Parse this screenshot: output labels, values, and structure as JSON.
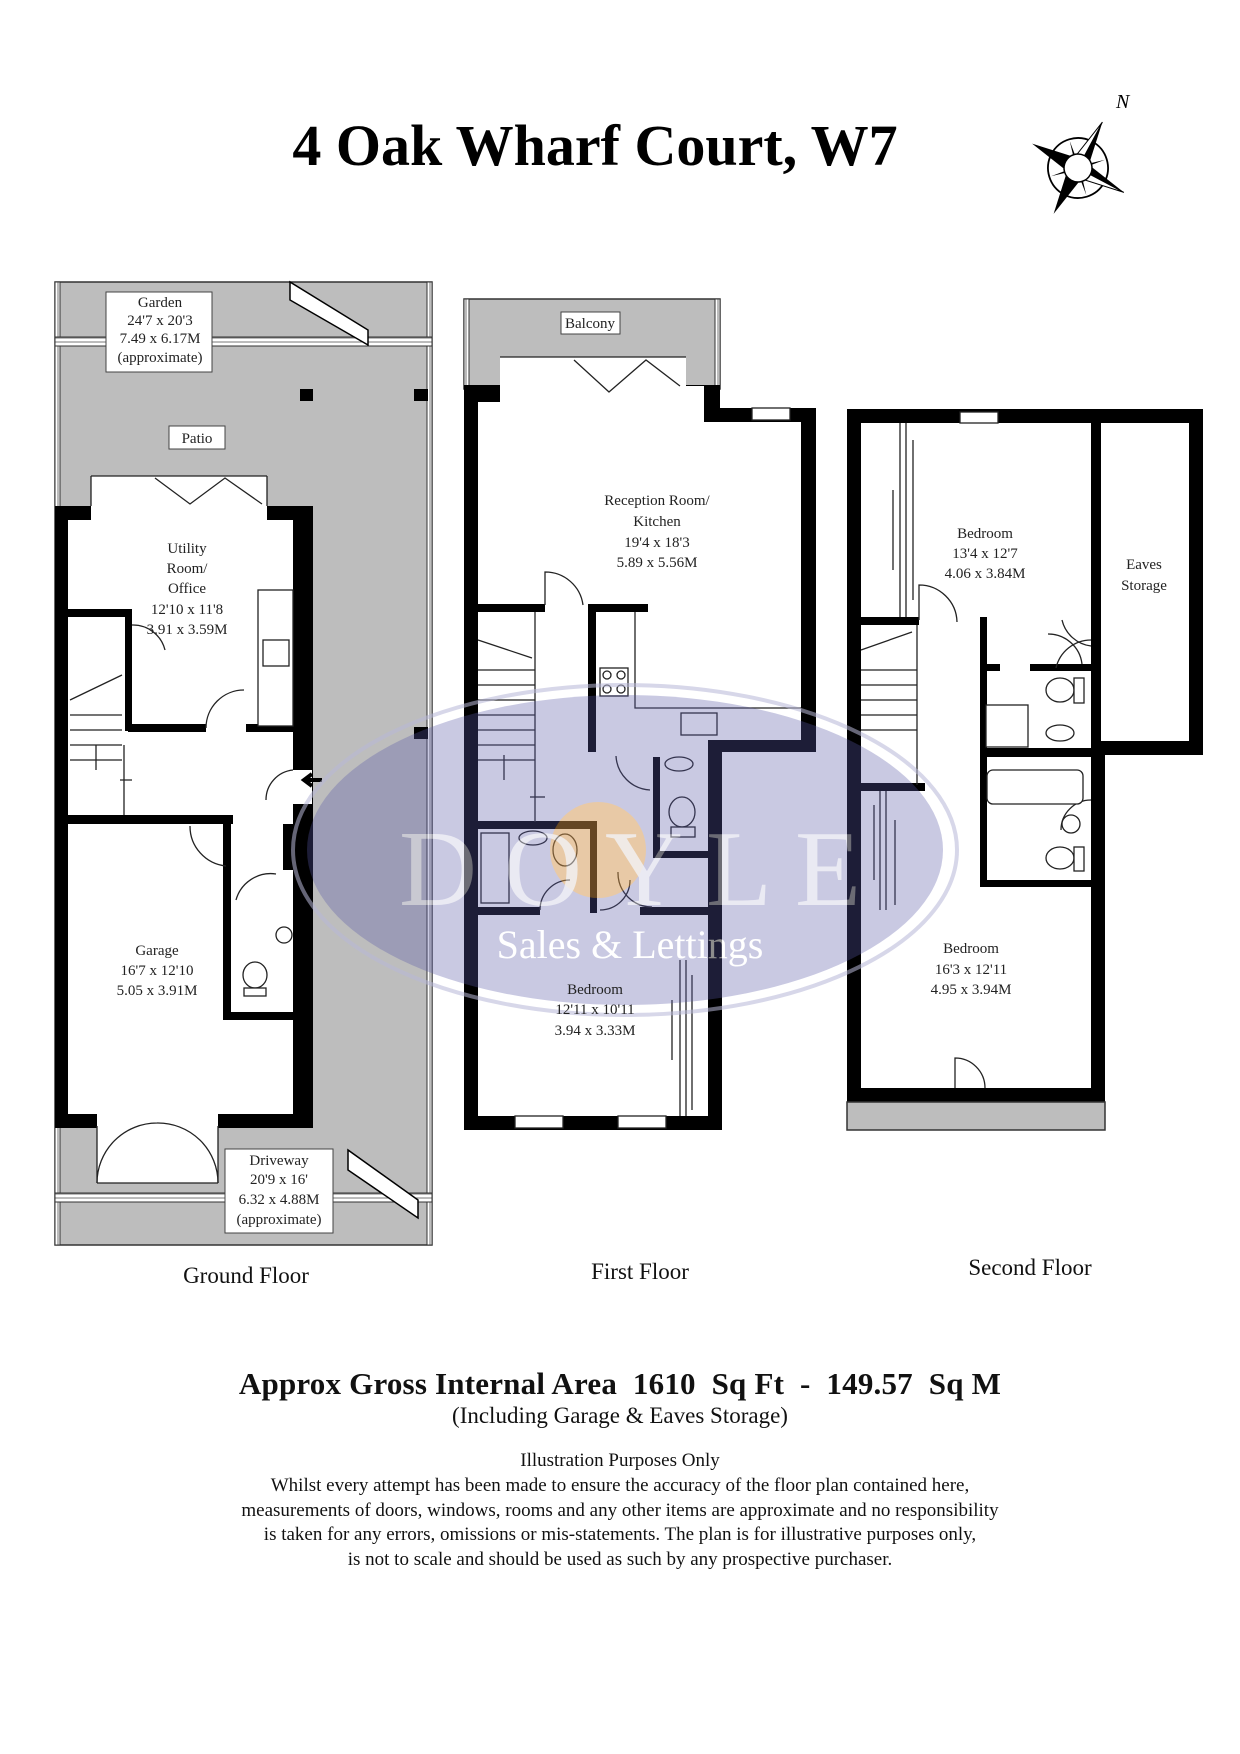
{
  "title": "4 Oak Wharf Court, W7",
  "compass": {
    "icon": "north-compass-rose-icon",
    "label": "N"
  },
  "floors": {
    "ground": {
      "label": "Ground Floor",
      "garden": {
        "name": "Garden",
        "imperial": "24'7 x 20'3",
        "metric": "7.49 x 6.17M",
        "note": "(approximate)"
      },
      "patio": {
        "name": "Patio"
      },
      "utility": {
        "name_1": "Utility",
        "name_2": "Room/",
        "name_3": "Office",
        "imperial": "12'10 x 11'8",
        "metric": "3.91 x 3.59M"
      },
      "garage": {
        "name": "Garage",
        "imperial": "16'7 x 12'10",
        "metric": "5.05 x 3.91M"
      },
      "driveway": {
        "name": "Driveway",
        "imperial": "20'9 x 16'",
        "metric": "6.32 x 4.88M",
        "note": "(approximate)"
      }
    },
    "first": {
      "label": "First Floor",
      "balcony": {
        "name": "Balcony"
      },
      "reception": {
        "name_1": "Reception Room/",
        "name_2": "Kitchen",
        "imperial": "19'4 x 18'3",
        "metric": "5.89 x 5.56M"
      },
      "bedroom": {
        "name": "Bedroom",
        "imperial": "12'11 x 10'11",
        "metric": "3.94 x 3.33M"
      }
    },
    "second": {
      "label": "Second Floor",
      "bedroom_1": {
        "name": "Bedroom",
        "imperial": "13'4 x 12'7",
        "metric": "4.06 x 3.84M"
      },
      "eaves": {
        "name_1": "Eaves",
        "name_2": "Storage"
      },
      "bedroom_2": {
        "name": "Bedroom",
        "imperial": "16'3 x 12'11",
        "metric": "4.95 x 3.94M"
      }
    }
  },
  "watermark": {
    "brand": "DOYLE",
    "brand_spaced": "D O Y L E",
    "tagline": "Sales & Lettings",
    "color": "#5a5aa8",
    "accent": "#f0a030"
  },
  "footer": {
    "area": "Approx Gross Internal Area  1610  Sq Ft  -  149.57  Sq M",
    "including": "(Including Garage & Eaves Storage)",
    "illustration": "Illustration Purposes Only",
    "disclaimer": [
      "Whilst every attempt has been made to ensure the accuracy of the floor plan contained here,",
      "measurements of doors, windows, rooms and any other items are approximate and no responsibility",
      "is taken for any errors, omissions or mis-statements. The plan is for illustrative purposes only,",
      "is not to scale and should be used as such by any prospective purchaser."
    ]
  }
}
